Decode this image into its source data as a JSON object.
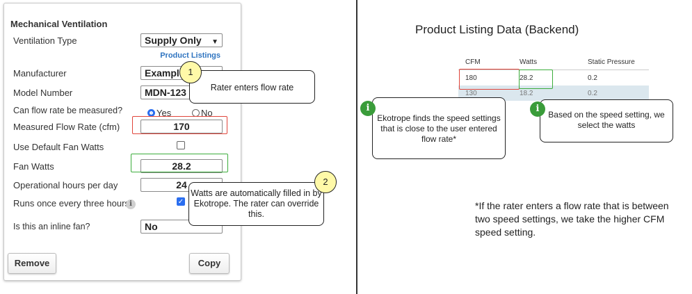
{
  "form": {
    "section_title": "Mechanical Ventilation",
    "ventilation_type_label": "Ventilation Type",
    "ventilation_type_value": "Supply Only",
    "product_listings_link": "Product Listings",
    "manufacturer_label": "Manufacturer",
    "manufacturer_value": "Example",
    "model_number_label": "Model Number",
    "model_number_value": "MDN-123",
    "measure_label": "Can flow rate be measured?",
    "radio_yes": "Yes",
    "radio_no": "No",
    "measured_flow_label": "Measured Flow Rate (cfm)",
    "measured_flow_value": "170",
    "default_fan_watts_label": "Use Default Fan Watts",
    "fan_watts_label": "Fan Watts",
    "fan_watts_value": "28.2",
    "operational_hours_label": "Operational hours per day",
    "operational_hours_value": "24",
    "runs_label": "Runs once every three hours",
    "inline_fan_label": "Is this an inline fan?",
    "inline_fan_value": "No",
    "remove_button": "Remove",
    "copy_button": "Copy"
  },
  "callouts": {
    "one_number": "1",
    "one_text": "Rater enters flow rate",
    "two_number": "2",
    "two_text": "Watts are automatically filled in by Ekotrope. The rater can override this.",
    "info_left_text": "Ekotrope finds the speed settings that is close to the user entered flow rate*",
    "info_right_text": "Based on the speed setting, we select the watts",
    "info_glyph": "i"
  },
  "backend": {
    "title": "Product Listing Data (Backend)",
    "headers": [
      "CFM",
      "Watts",
      "Static Pressure"
    ],
    "rows": [
      [
        "180",
        "28.2",
        "0.2"
      ],
      [
        "130",
        "18.2",
        "0.2"
      ]
    ],
    "footnote": "*If the rater enters a flow rate that is between two speed settings, we take the higher CFM speed setting."
  },
  "colors": {
    "highlight_red": "#e0443a",
    "highlight_green": "#3cad3c",
    "info_green": "#3a9c3a",
    "number_yellow": "#fff9a8",
    "link_blue": "#2f74c0"
  }
}
